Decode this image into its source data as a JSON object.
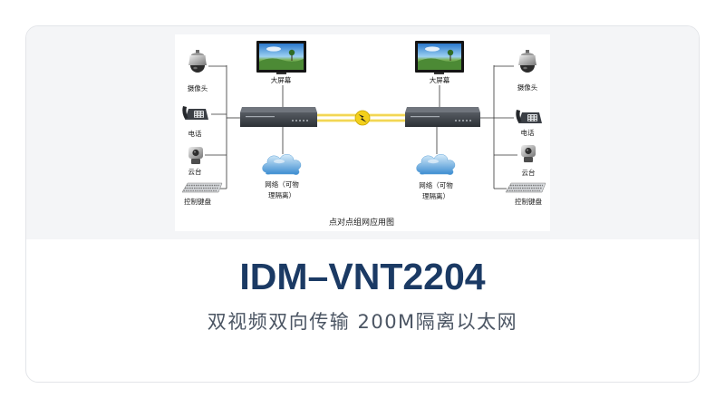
{
  "product": {
    "model": "IDM–VNT2204",
    "tagline": "双视频双向传输 200M隔离以太网"
  },
  "diagram": {
    "caption": "点对点组网应用图",
    "left": {
      "camera_label": "摄像头",
      "phone_label": "电话",
      "ptz_label": "云台",
      "keyboard_label": "控制键盘",
      "screen_label": "大屏幕",
      "network_label_line1": "网络（可物",
      "network_label_line2": "理隔离）"
    },
    "right": {
      "camera_label": "摄像头",
      "phone_label": "电话",
      "ptz_label": "云台",
      "keyboard_label": "控制键盘",
      "screen_label": "大屏幕",
      "network_label_line1": "网络（可物",
      "network_label_line2": "理隔离）"
    }
  },
  "icons": [
    "camera-icon",
    "phone-icon",
    "ptz-icon",
    "keyboard-icon",
    "monitor-icon",
    "transmitter-box",
    "cloud-icon",
    "fiber-link-icon"
  ],
  "colors": {
    "title": "#1b3a64",
    "tagline": "#4b5563",
    "card_media_bg": "#f4f5f7",
    "card_border": "#e3e5e9",
    "fiber": "#e8c214"
  }
}
